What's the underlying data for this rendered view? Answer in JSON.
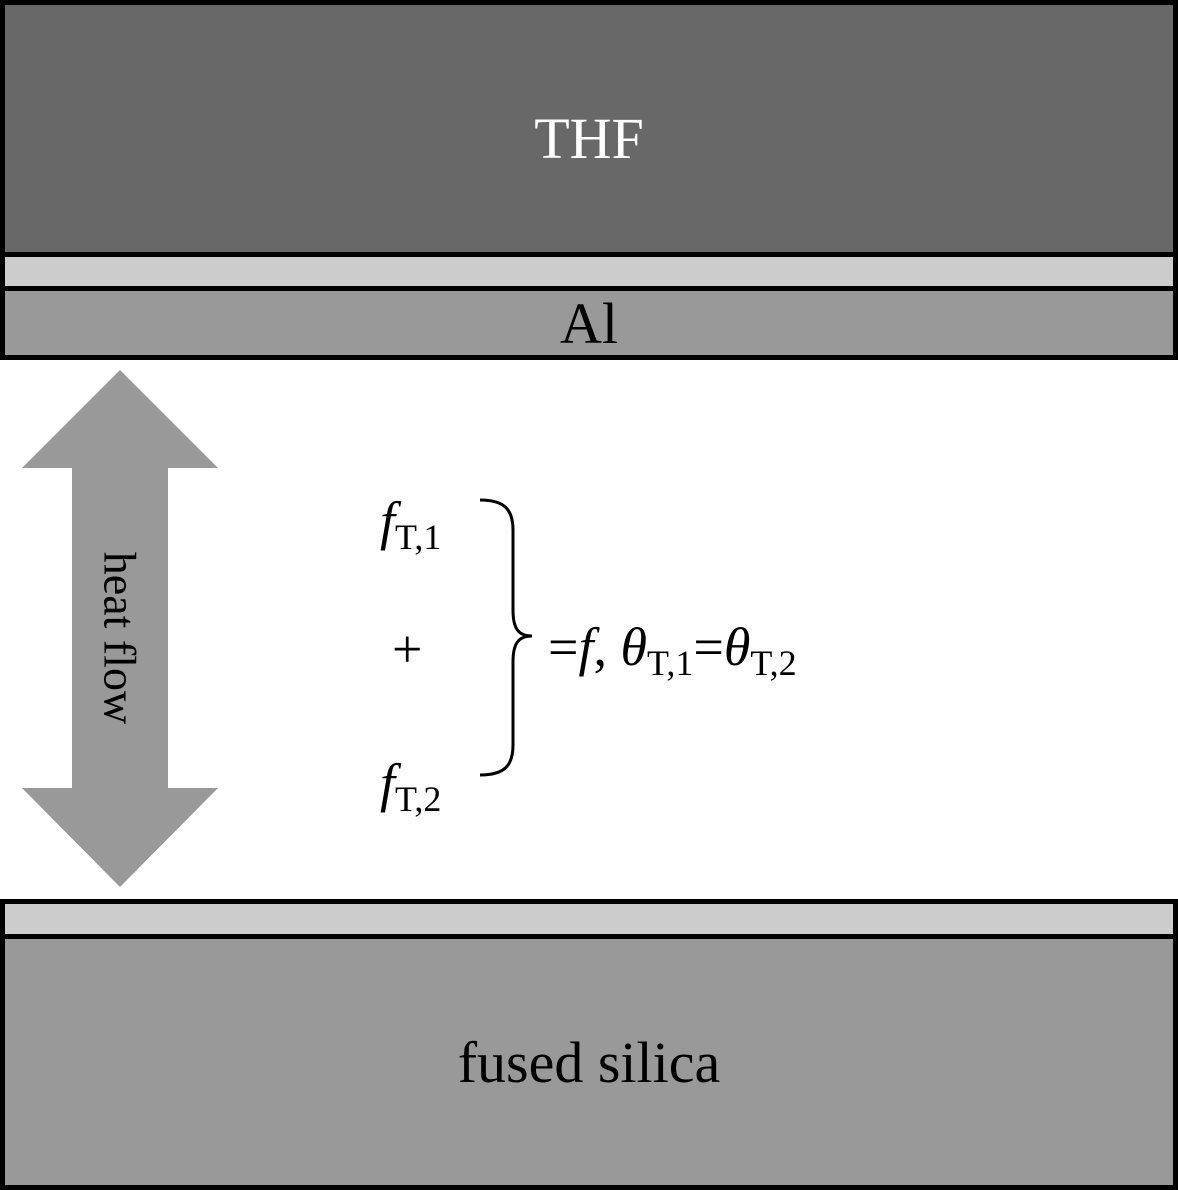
{
  "layers": {
    "thf": {
      "label": "THF",
      "color": "#686868"
    },
    "interface_top": {
      "color": "#cccccc"
    },
    "al": {
      "label": "Al",
      "color": "#999999"
    },
    "interface_bottom": {
      "color": "#cccccc"
    },
    "fused_silica": {
      "label": "fused silica",
      "color": "#999999"
    }
  },
  "arrow": {
    "label": "heat flow",
    "color": "#999999"
  },
  "equation": {
    "f": "f",
    "sub_t1": "T,1",
    "sub_t2": "T,2",
    "plus": "+",
    "equals": "=",
    "comma": ",",
    "theta": "θ"
  }
}
